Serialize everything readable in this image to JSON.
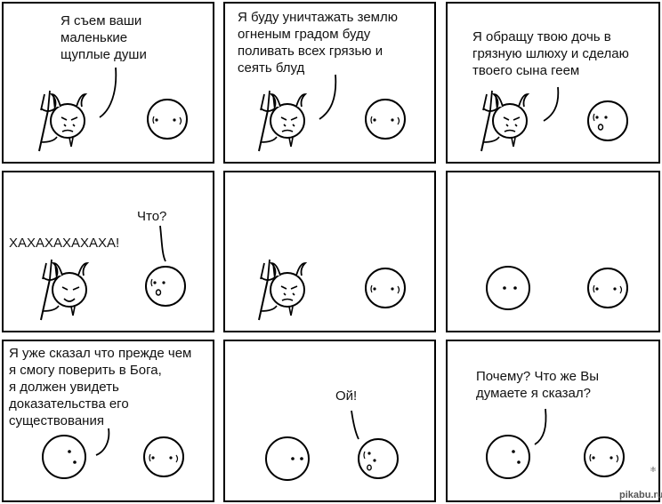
{
  "panels": [
    {
      "id": "p1",
      "caption": [
        "Я съем ваши",
        "маленькие",
        "щуплые души"
      ]
    },
    {
      "id": "p2",
      "caption": [
        "Я буду уничтажать землю",
        "огненым градом буду",
        "поливать всех грязью и",
        "сеять блуд"
      ]
    },
    {
      "id": "p3",
      "caption": [
        "Я обращу твою дочь в",
        "грязную шлюху и сделаю",
        "твоего сына геем"
      ]
    },
    {
      "id": "p4",
      "caption_left": [
        "ХАХАХАХАХАХА!"
      ],
      "caption_right": [
        "Что?"
      ]
    },
    {
      "id": "p5",
      "caption": []
    },
    {
      "id": "p6",
      "caption": []
    },
    {
      "id": "p7",
      "caption": [
        "Я уже сказал что прежде чем",
        "я смогу поверить в Бога,",
        "я должен увидеть",
        "доказательства его",
        "существования"
      ]
    },
    {
      "id": "p8",
      "caption": [
        "Ой!"
      ]
    },
    {
      "id": "p9",
      "caption": [
        "Почему? Что же Вы",
        "думаете я сказал?"
      ]
    }
  ],
  "watermark": "pikabu.ru",
  "characters": {
    "left": "devil-with-trident",
    "right": "round-head"
  },
  "colors": {
    "ink": "#000000",
    "paper": "#ffffff"
  }
}
